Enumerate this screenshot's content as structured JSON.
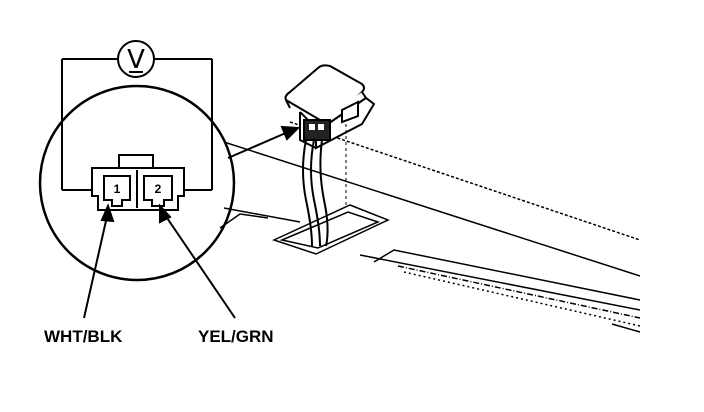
{
  "meter": {
    "symbol": "V"
  },
  "connector": {
    "pin1": "1",
    "pin2": "2"
  },
  "wires": {
    "left": "WHT/BLK",
    "right": "YEL/GRN"
  }
}
